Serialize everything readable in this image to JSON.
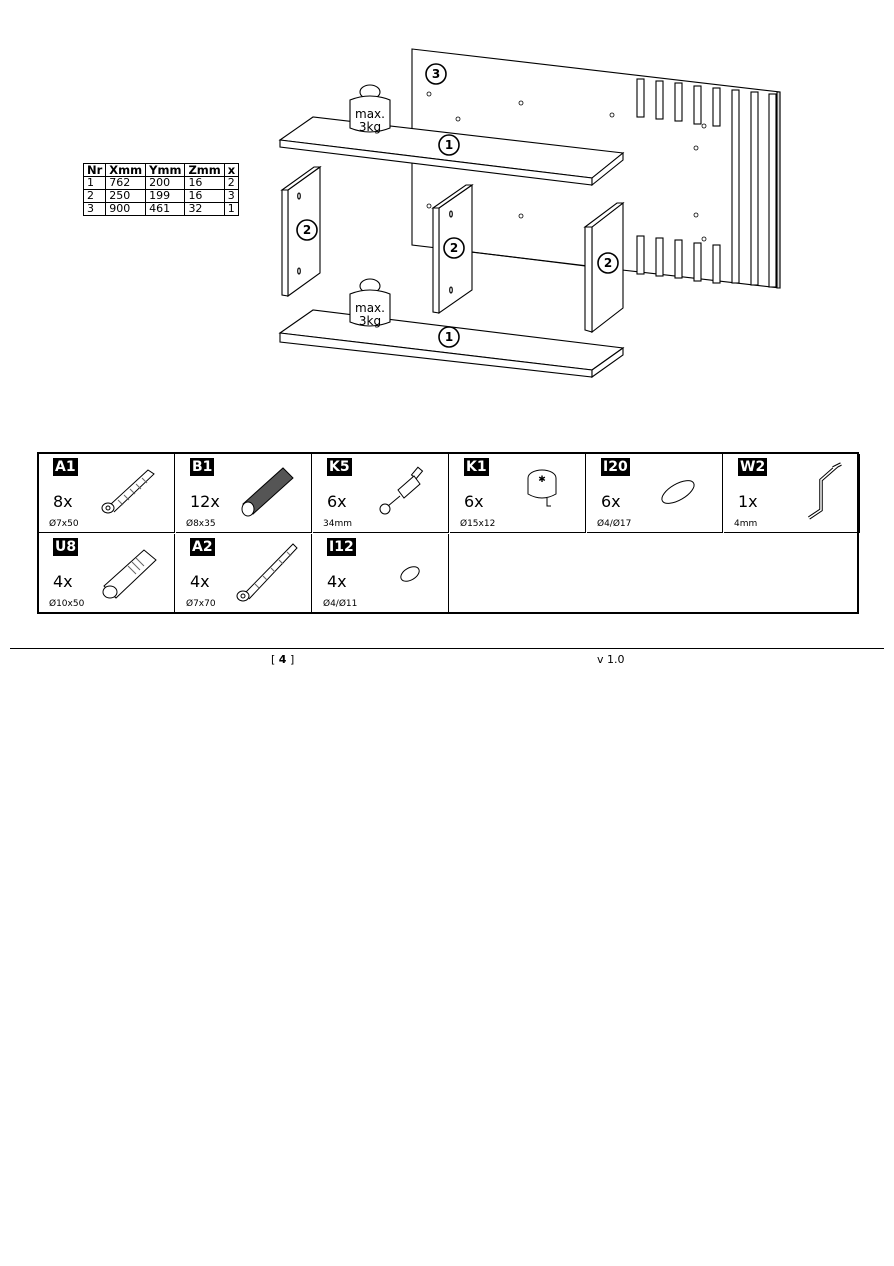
{
  "drawing": {
    "part_labels": {
      "back_panel": "3",
      "top_shelf": "1",
      "bottom_shelf": "1",
      "side_left": "2",
      "side_middle": "2",
      "side_right": "2"
    },
    "weight_limit": {
      "line1": "max.",
      "line2": "3kg"
    }
  },
  "dimensions_table": {
    "headers": [
      "Nr",
      "Xmm",
      "Ymm",
      "Zmm",
      "x"
    ],
    "rows": [
      [
        "1",
        "762",
        "200",
        "16",
        "2"
      ],
      [
        "2",
        "250",
        "199",
        "16",
        "3"
      ],
      [
        "3",
        "900",
        "461",
        "32",
        "1"
      ]
    ]
  },
  "hardware": [
    {
      "code": "A1",
      "qty": "8x",
      "size": "Ø7x50",
      "icon": "screw-icon"
    },
    {
      "code": "B1",
      "qty": "12x",
      "size": "Ø8x35",
      "icon": "dowel-icon"
    },
    {
      "code": "K5",
      "qty": "6x",
      "size": "34mm",
      "icon": "cam-bolt-icon"
    },
    {
      "code": "K1",
      "qty": "6x",
      "size": "Ø15x12",
      "icon": "cam-lock-icon"
    },
    {
      "code": "I20",
      "qty": "6x",
      "size": "Ø4/Ø17",
      "icon": "cover-cap-icon"
    },
    {
      "code": "W2",
      "qty": "1x",
      "size": "4mm",
      "icon": "allen-key-icon"
    },
    {
      "code": "U8",
      "qty": "4x",
      "size": "Ø10x50",
      "icon": "wall-plug-icon"
    },
    {
      "code": "A2",
      "qty": "4x",
      "size": "Ø7x70",
      "icon": "long-screw-icon"
    },
    {
      "code": "I12",
      "qty": "4x",
      "size": "Ø4/Ø11",
      "icon": "small-cap-icon"
    }
  ],
  "footer": {
    "page_open": "[ ",
    "page_number": "4",
    "page_close": " ]",
    "version": "v 1.0"
  }
}
